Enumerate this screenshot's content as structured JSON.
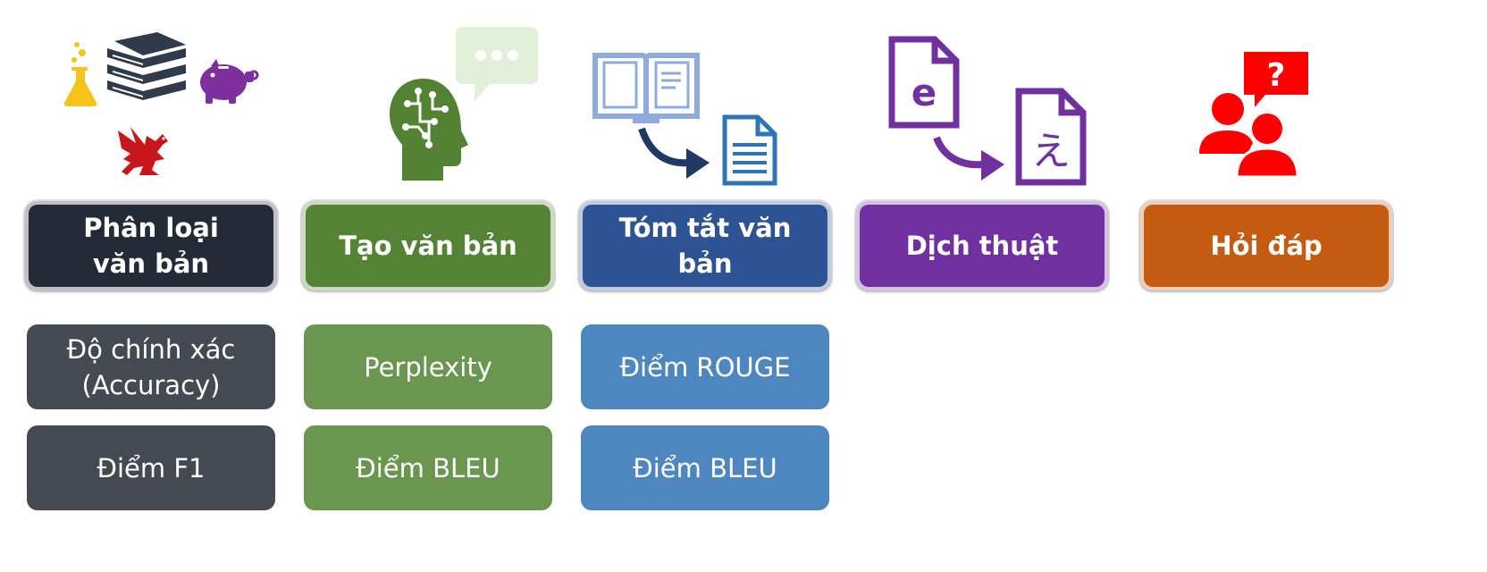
{
  "tasks": [
    {
      "title": "Phân loại văn bản",
      "title_line1": "Phân loại",
      "title_line2": "văn bản",
      "color": "#252a37",
      "metrics": [
        "Độ chính xác (Accuracy)",
        "Điểm F1"
      ],
      "metric_color": "#454a52",
      "metric1_line1": "Độ chính xác",
      "metric1_line2": "(Accuracy)",
      "icons": [
        "flask-icon",
        "books-icon",
        "piggy-bank-icon",
        "dragon-icon"
      ]
    },
    {
      "title": "Tạo văn bản",
      "color": "#558235",
      "metrics": [
        "Perplexity",
        "Điểm BLEU"
      ],
      "metric_color": "#6a9650",
      "icons": [
        "ai-head-icon",
        "speech-bubble-icon"
      ]
    },
    {
      "title": "Tóm tắt văn bản",
      "color": "#2e5395",
      "metrics": [
        "Điểm ROUGE",
        "Điểm BLEU"
      ],
      "metric_color": "#4e86c0",
      "icons": [
        "open-book-icon",
        "arrow-icon",
        "document-icon"
      ]
    },
    {
      "title": "Dịch thuật",
      "color": "#7030a0",
      "metrics": [],
      "metric_color": "",
      "icons": [
        "file-e-icon",
        "arrow-icon",
        "file-e-accent-icon"
      ],
      "glyph_left": "e",
      "glyph_right": "え"
    },
    {
      "title": "Hỏi đáp",
      "color": "#c55a11",
      "metrics": [],
      "metric_color": "",
      "icons": [
        "people-icon",
        "question-bubble-icon"
      ],
      "glyph_question": "?"
    }
  ]
}
